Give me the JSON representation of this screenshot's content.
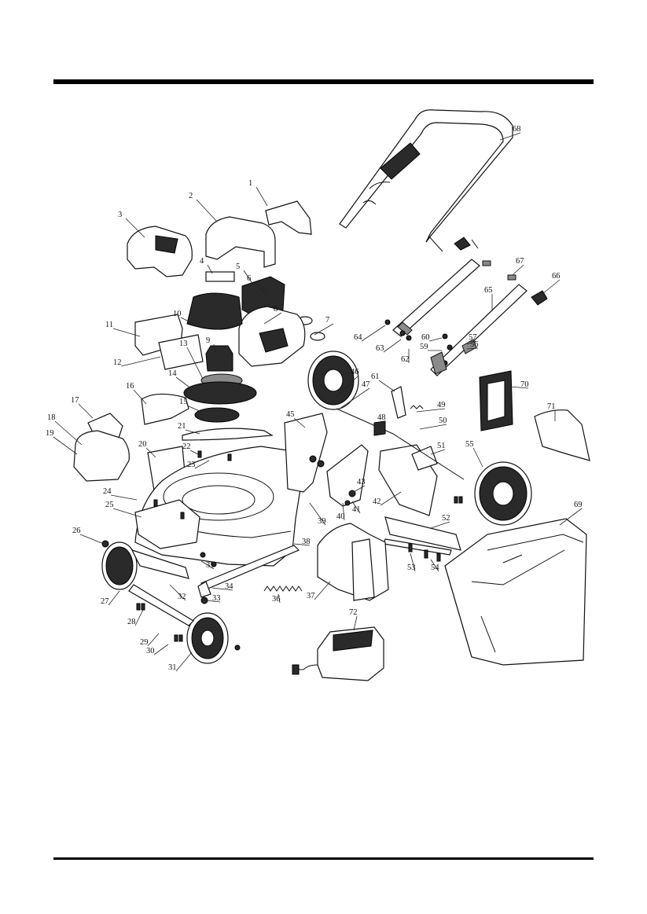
{
  "diagram": {
    "type": "exploded-parts-view",
    "parts": [
      {
        "n": "1"
      },
      {
        "n": "2"
      },
      {
        "n": "3"
      },
      {
        "n": "4"
      },
      {
        "n": "5"
      },
      {
        "n": "6"
      },
      {
        "n": "7"
      },
      {
        "n": "8"
      },
      {
        "n": "9"
      },
      {
        "n": "10"
      },
      {
        "n": "11"
      },
      {
        "n": "12"
      },
      {
        "n": "13"
      },
      {
        "n": "14"
      },
      {
        "n": "15"
      },
      {
        "n": "16"
      },
      {
        "n": "17"
      },
      {
        "n": "18"
      },
      {
        "n": "19"
      },
      {
        "n": "20"
      },
      {
        "n": "21"
      },
      {
        "n": "22"
      },
      {
        "n": "23"
      },
      {
        "n": "24"
      },
      {
        "n": "25"
      },
      {
        "n": "26"
      },
      {
        "n": "27"
      },
      {
        "n": "28"
      },
      {
        "n": "29"
      },
      {
        "n": "30"
      },
      {
        "n": "31"
      },
      {
        "n": "32"
      },
      {
        "n": "33"
      },
      {
        "n": "34"
      },
      {
        "n": "35"
      },
      {
        "n": "36"
      },
      {
        "n": "37"
      },
      {
        "n": "38"
      },
      {
        "n": "39"
      },
      {
        "n": "40"
      },
      {
        "n": "41"
      },
      {
        "n": "42"
      },
      {
        "n": "43"
      },
      {
        "n": "45"
      },
      {
        "n": "46"
      },
      {
        "n": "47"
      },
      {
        "n": "48"
      },
      {
        "n": "49"
      },
      {
        "n": "50"
      },
      {
        "n": "51"
      },
      {
        "n": "52"
      },
      {
        "n": "53"
      },
      {
        "n": "54"
      },
      {
        "n": "55"
      },
      {
        "n": "56"
      },
      {
        "n": "57"
      },
      {
        "n": "59"
      },
      {
        "n": "60"
      },
      {
        "n": "61"
      },
      {
        "n": "62"
      },
      {
        "n": "63"
      },
      {
        "n": "64"
      },
      {
        "n": "65"
      },
      {
        "n": "66"
      },
      {
        "n": "67"
      },
      {
        "n": "68"
      },
      {
        "n": "69"
      },
      {
        "n": "70"
      },
      {
        "n": "71"
      },
      {
        "n": "72"
      }
    ]
  }
}
